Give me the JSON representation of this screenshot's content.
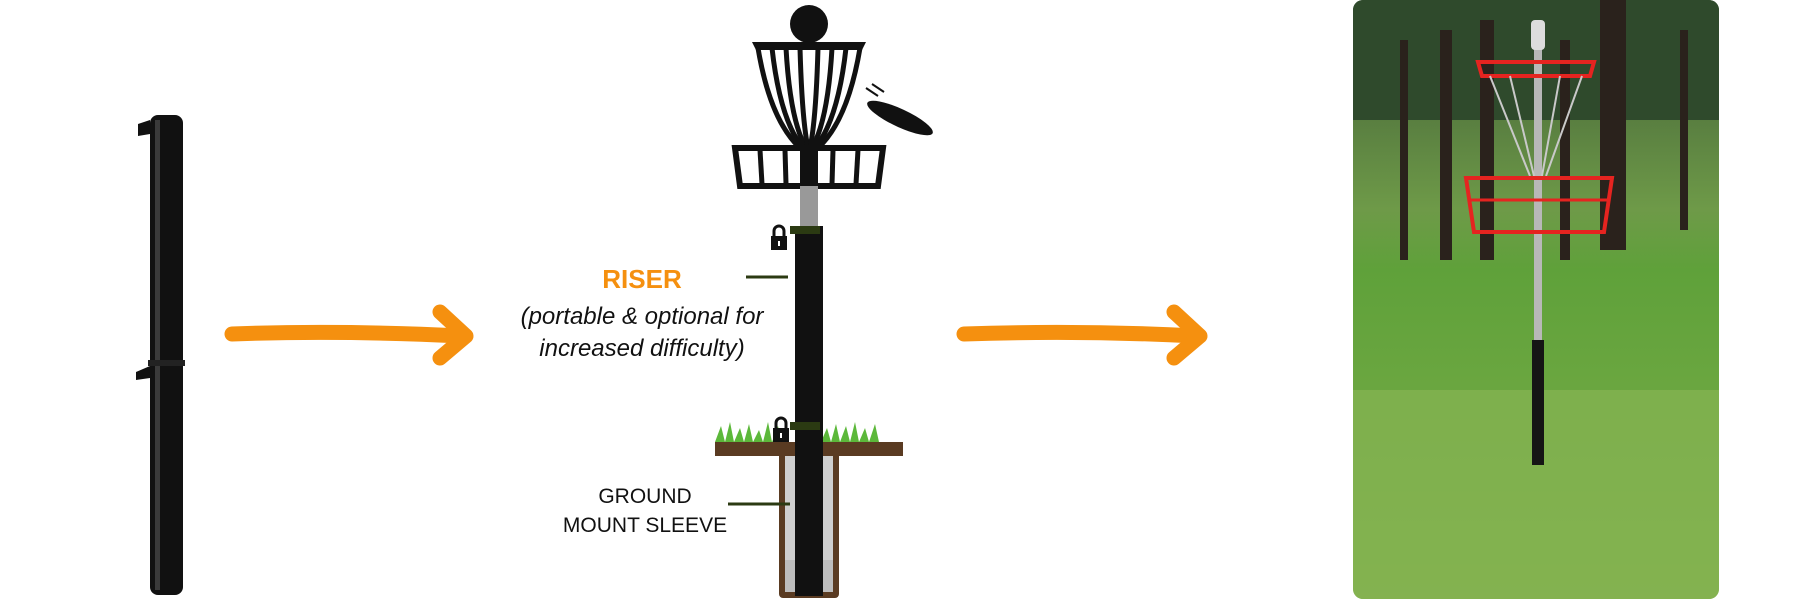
{
  "colors": {
    "accent": "#F5900F",
    "pole": "#111111",
    "soil": "#5a3b22",
    "grass": "#5cb83a",
    "basket_red": "#e52420"
  },
  "labels": {
    "riser_title": "RISER",
    "riser_sub_line1": "(portable & optional for",
    "riser_sub_line2": "increased difficulty)",
    "ground_line1": "GROUND",
    "ground_line2": "MOUNT SLEEVE"
  },
  "icons": [
    "lock-icon",
    "arrow-right-icon",
    "disc-icon"
  ]
}
